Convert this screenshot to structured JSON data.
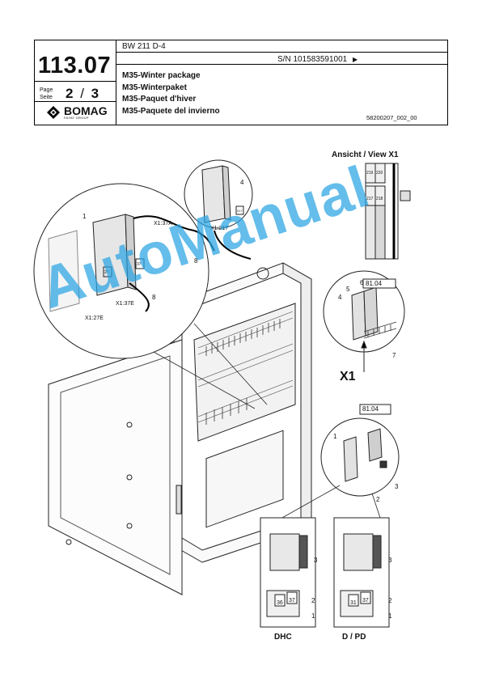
{
  "header": {
    "model": "BW 211 D-4",
    "serial": "S/N 101583591001",
    "serial_arrow": "▶",
    "group_number": "113.07",
    "page_label_de": "Page",
    "page_label_en": "Seite",
    "page_current": "2",
    "page_sep": "/",
    "page_total": "3",
    "titles": [
      "M35-Winter package",
      "M35-Winterpaket",
      "M35-Paquet d'hiver",
      "M35-Paquete del invierno"
    ],
    "document_number": "58200207_002_00",
    "logo": {
      "name": "BOMAG",
      "sub": "FAYAT GROUP"
    }
  },
  "figure": {
    "view_title": "Ansicht / View X1",
    "view_cells": [
      "219",
      "220",
      "217",
      "218"
    ],
    "connector_labels": [
      "X1:37A",
      "X1:37E",
      "X1:27E",
      "X1:217"
    ],
    "terminal_numbers": [
      "27",
      "37",
      "217"
    ],
    "reference_codes": [
      "81.04",
      "81.04"
    ],
    "x1_label": "X1",
    "callouts": [
      "1",
      "4",
      "8",
      "8",
      "4",
      "5",
      "6",
      "7",
      "1",
      "2",
      "3",
      "3",
      "2",
      "1",
      "3",
      "2",
      "1"
    ],
    "variant_labels": [
      "DHC",
      "D / PD"
    ],
    "variant_terminals": [
      "36",
      "37",
      "37",
      "31"
    ]
  },
  "watermark": "AutoManual"
}
